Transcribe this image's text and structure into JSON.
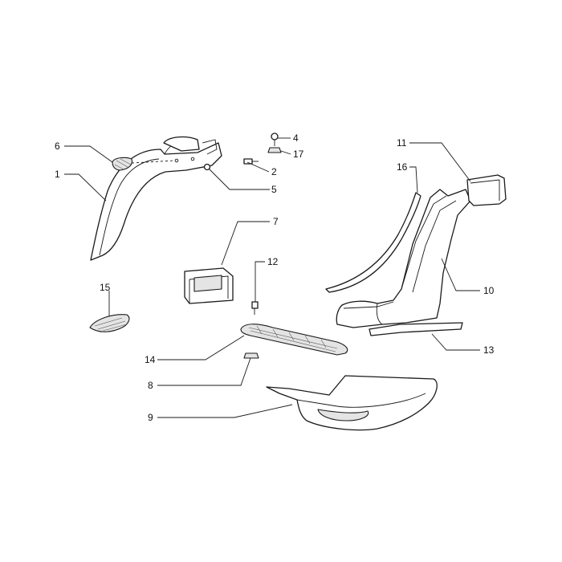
{
  "diagram": {
    "callouts": [
      {
        "id": "c1",
        "label": "1"
      },
      {
        "id": "c2",
        "label": "2"
      },
      {
        "id": "c4",
        "label": "4"
      },
      {
        "id": "c5",
        "label": "5"
      },
      {
        "id": "c6",
        "label": "6"
      },
      {
        "id": "c7",
        "label": "7"
      },
      {
        "id": "c8",
        "label": "8"
      },
      {
        "id": "c9",
        "label": "9"
      },
      {
        "id": "c10",
        "label": "10"
      },
      {
        "id": "c11",
        "label": "11"
      },
      {
        "id": "c12",
        "label": "12"
      },
      {
        "id": "c13",
        "label": "13"
      },
      {
        "id": "c14",
        "label": "14"
      },
      {
        "id": "c15",
        "label": "15"
      },
      {
        "id": "c16",
        "label": "16"
      },
      {
        "id": "c17",
        "label": "17"
      }
    ]
  },
  "colors": {
    "line": "#1a1a1a",
    "background": "#ffffff"
  }
}
